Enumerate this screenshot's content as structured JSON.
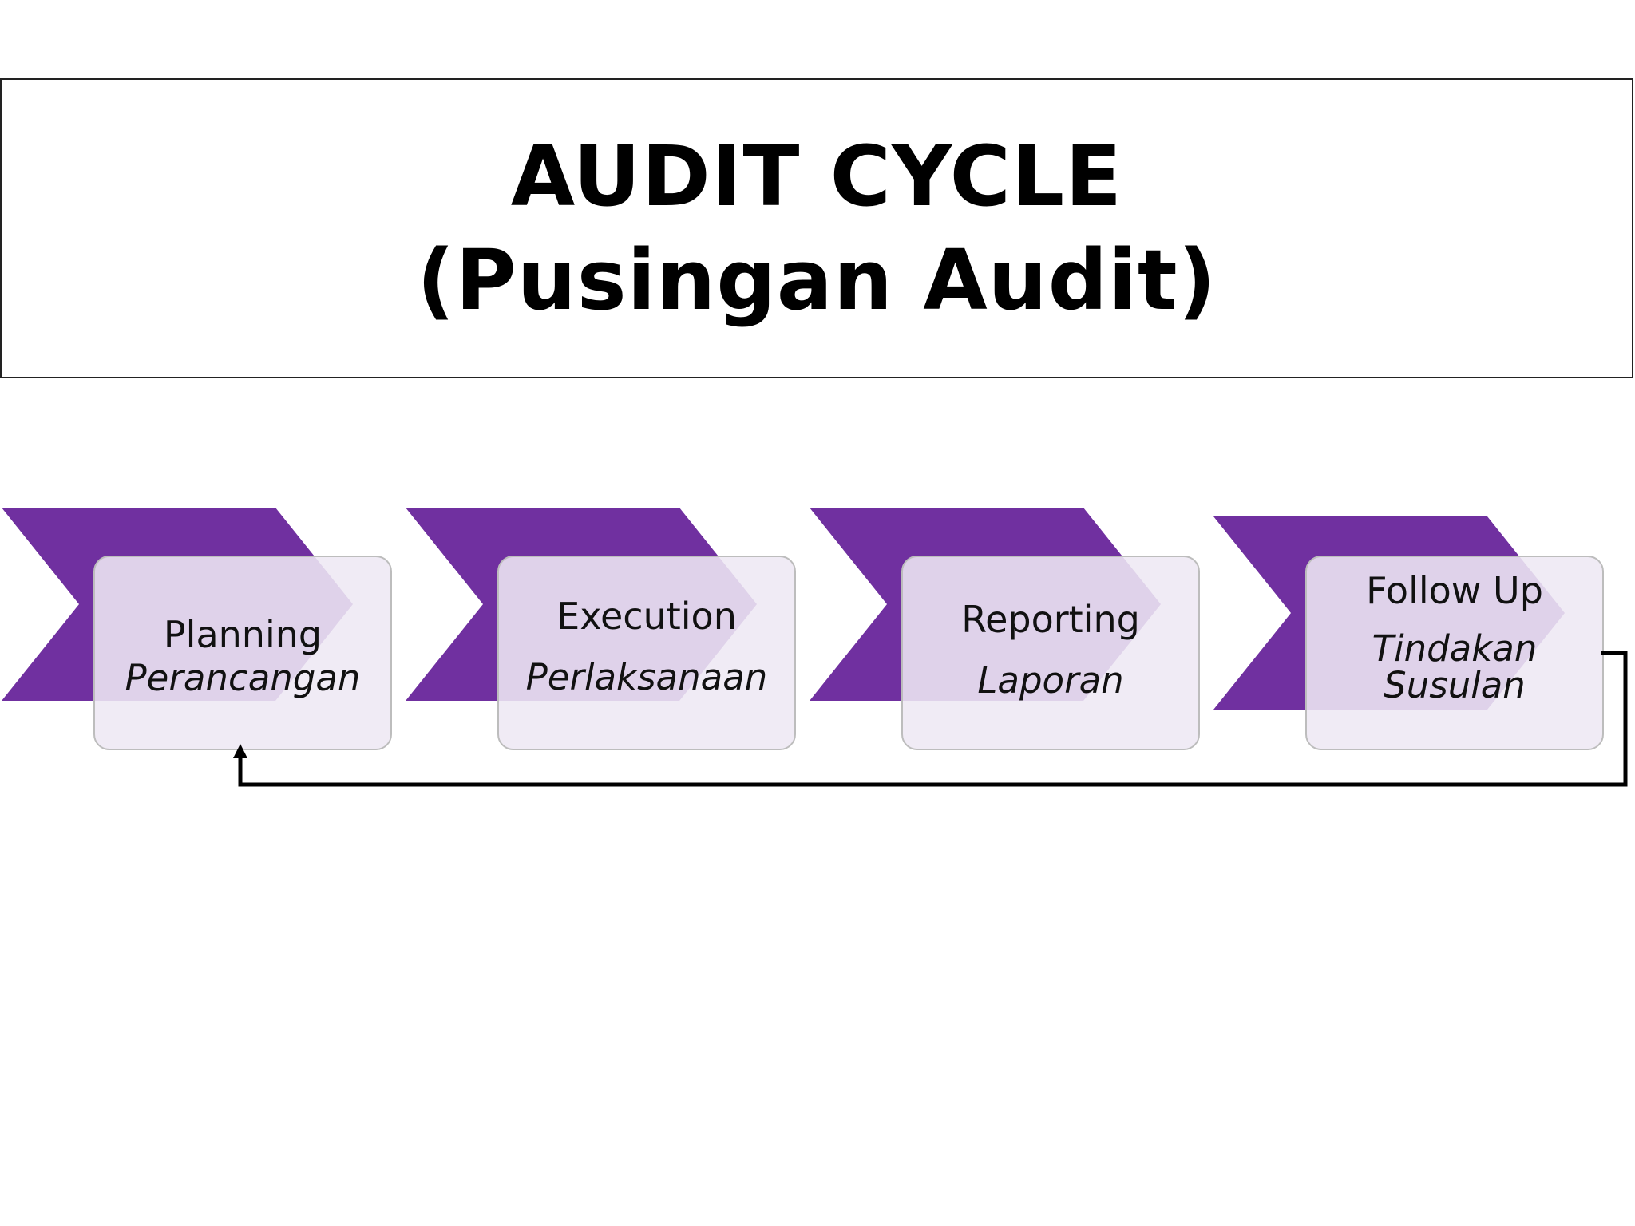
{
  "title": {
    "line1": "AUDIT CYCLE",
    "line2": "(Pusingan Audit)"
  },
  "colors": {
    "chevron": "#7030A0",
    "box_fill": "#EEE8F4",
    "box_border": "#BDBDBD",
    "connector": "#000000"
  },
  "steps": [
    {
      "en": "Planning",
      "ms": "Perancangan"
    },
    {
      "en": "Execution",
      "ms": "Perlaksanaan"
    },
    {
      "en": "Reporting",
      "ms": "Laporan"
    },
    {
      "en": "Follow Up",
      "ms": "Tindakan Susulan"
    }
  ]
}
